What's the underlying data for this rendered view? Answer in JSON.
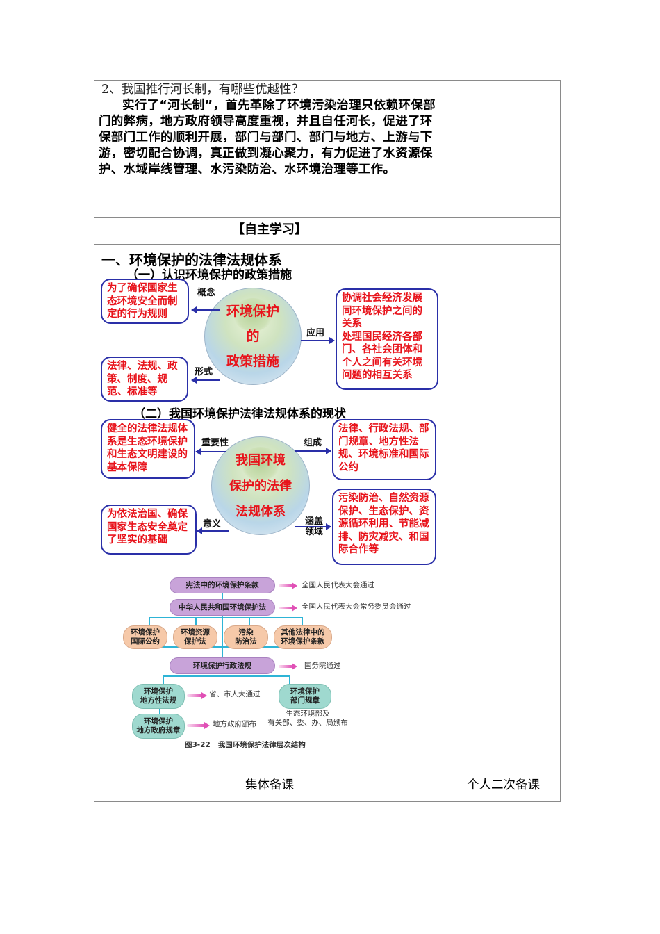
{
  "question": {
    "title": "2、我国推行河长制，有哪些优越性？",
    "answer": "实行了“河长制”，首先革除了环境污染治理只依赖环保部门的弊病，地方政府领导高度重视，并且自任河长，促进了环保部门工作的顺利开展，部门与部门、部门与地方、上游与下游，密切配合协调，真正做到凝心聚力，有力促进了水资源保护、水域岸线管理、水污染防治、水环境治理等工作。"
  },
  "section_label": "【自主学习】",
  "heading": "一、环境保护的法律法规体系",
  "part1": {
    "subheading": "（一）认识环境保护的政策措施",
    "center": [
      "环境保护",
      "的",
      "政策措施"
    ],
    "concept_label": "概念",
    "concept_text": "为了确保国家生态环境安全而制定的行为规则",
    "form_label": "形式",
    "form_text": "法律、法规、政策、制度、规范、标准等",
    "application_label": "应用",
    "application_text": "协调社会经济发展同环境保护之间的关系\n处理国民经济各部门、各社会团体和个人之间有关环境问题的相互关系"
  },
  "part2": {
    "subheading": "（二）我国环境保护法律法规体系的现状",
    "center": [
      "我国环境",
      "保护的法律",
      "法规体系"
    ],
    "importance_label": "重要性",
    "importance_text": "健全的法律法规体系是生态环境保护和生态文明建设的基本保障",
    "composition_label": "组成",
    "composition_text": "法律、行政法规、部门规章、地方性法规、环境标准和国际公约",
    "significance_label": "意义",
    "significance_text": "为依法治国、确保国家生态安全奠定了坚实的基础",
    "coverage_label": "涵盖\n领域",
    "coverage_text": "污染防治、自然资源保护、生态保护、资源循环利用、节能减排、防灾减灾、和国际合作等"
  },
  "hierarchy": {
    "level1": {
      "label": "宪法中的环境保护条款",
      "note": "全国人民代表大会通过"
    },
    "level2": {
      "label": "中华人民共和国环境保护法",
      "note": "全国人民代表大会常务委员会通过"
    },
    "level3": [
      "环境保护\n国际公约",
      "环境资源\n保护法",
      "污染\n防治法",
      "其他法律中的\n环境保护条款"
    ],
    "level4": {
      "label": "环境保护行政法规",
      "note": "国务院通过"
    },
    "local_regulation": {
      "label": "环境保护\n地方性法规",
      "note": "省、市人大通过"
    },
    "dept_rules": {
      "label": "环境保护\n部门规章",
      "note": "生态环境部及\n有关部、委、办、局颁布"
    },
    "local_gov_rules": {
      "label": "环境保护\n地方政府规章",
      "note": "地方政府颁布"
    },
    "caption": "图3-22   我国环境保护法律层次结构"
  },
  "footer": {
    "collective": "集体备课",
    "personal": "个人二次备课"
  }
}
